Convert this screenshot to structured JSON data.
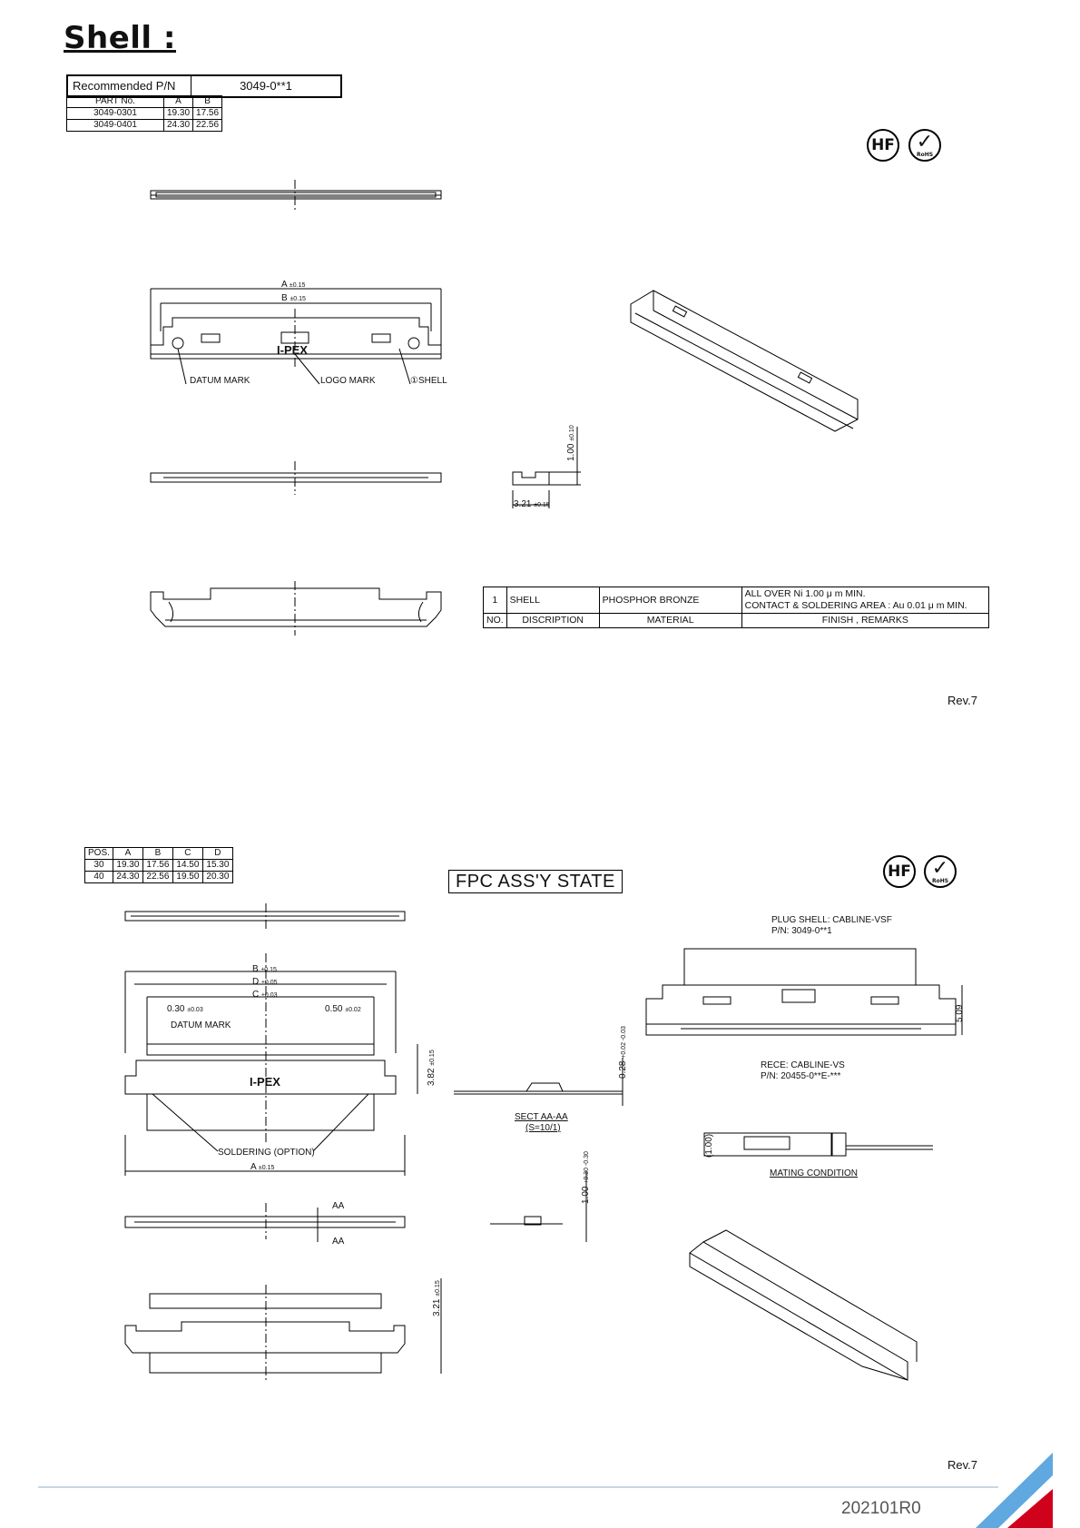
{
  "title": "Shell :",
  "recommended": {
    "label": "Recommended P/N",
    "value": "3049-0**1"
  },
  "part_table": {
    "headers": [
      "PART No.",
      "A",
      "B"
    ],
    "rows": [
      [
        "3049-0301",
        "19.30",
        "17.56"
      ],
      [
        "3049-0401",
        "24.30",
        "22.56"
      ]
    ]
  },
  "badges": {
    "hf": "HF",
    "rohs": "RoHS"
  },
  "top_drawing": {
    "dim_a": "A",
    "tol_a": "±0.15",
    "dim_b": "B",
    "tol_b": "±0.15",
    "logo": "I-PEX",
    "datum_mark": "DATUM MARK",
    "logo_mark": "LOGO MARK",
    "shell_mark": "①SHELL",
    "height_dim": "1.00",
    "height_tol": "±0.10",
    "depth_dim": "3.21",
    "depth_tol": "±0.15"
  },
  "material_table": {
    "row": [
      "1",
      "SHELL",
      "PHOSPHOR BRONZE",
      "ALL OVER Ni 1.00 μ m MIN.",
      "CONTACT & SOLDERING AREA : Au 0.01 μ m MIN."
    ],
    "headers": [
      "NO.",
      "DISCRIPTION",
      "MATERIAL",
      "FINISH , REMARKS"
    ]
  },
  "rev_top": "Rev.7",
  "pos_table": {
    "headers": [
      "POS.",
      "A",
      "B",
      "C",
      "D"
    ],
    "rows": [
      [
        "30",
        "19.30",
        "17.56",
        "14.50",
        "15.30"
      ],
      [
        "40",
        "24.30",
        "22.56",
        "19.50",
        "20.30"
      ]
    ]
  },
  "fpc_title": "FPC ASS'Y STATE",
  "bottom_drawing": {
    "dim_b": "B",
    "tol_b": "±0.15",
    "dim_d": "D",
    "tol_d": "±0.05",
    "dim_c": "C",
    "tol_c": "±0.03",
    "pitch_left": "0.30",
    "pitch_left_tol": "±0.03",
    "pitch_right": "0.50",
    "pitch_right_tol": "±0.02",
    "datum_mark": "DATUM MARK",
    "logo": "I-PEX",
    "height_dim": "3.82",
    "height_tol": "±0.15",
    "soldering": "SOLDERING (OPTION)",
    "dim_a": "A",
    "tol_a": "±0.15",
    "section_mark": "AA",
    "sect_thk": "0.28",
    "sect_tol": "+0.02 -0.03",
    "sect_label": "SECT AA-AA",
    "sect_scale": "(S=10/1)",
    "side_h": "1.00",
    "side_tol": "+0.30 -0.30",
    "depth_dim": "3.21",
    "depth_tol": "±0.15",
    "plug_shell": "PLUG SHELL: CABLINE-VSF",
    "plug_pn": "P/N: 3049-0**1",
    "rece": "RECE: CABLINE-VS",
    "rece_pn": "P/N: 20455-0**E-***",
    "mate_h": "5.09",
    "mate_side": "(1.00)",
    "mating": "MATING CONDITION"
  },
  "rev_bottom": "Rev.7",
  "footer_code": "202101R0",
  "colors": {
    "accent_red": "#d0021b",
    "accent_blue": "#5fa8e0",
    "line": "#000000"
  }
}
